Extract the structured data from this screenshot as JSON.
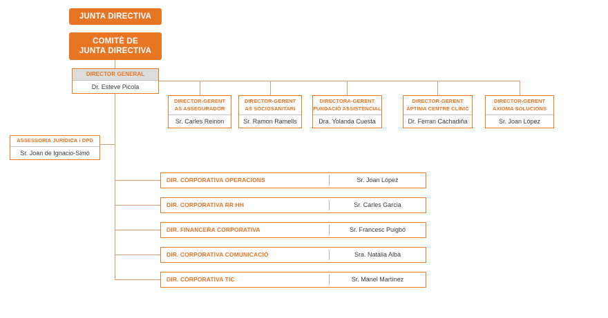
{
  "colors": {
    "orange": "#e87524",
    "line": "#d59b72",
    "graybg": "#dcdcdc",
    "divider": "#c4c4c4",
    "text": "#3a3a3a"
  },
  "junta": {
    "label": "JUNTA DIRECTIVA"
  },
  "comite": {
    "label": "COMITÈ DE\nJUNTA DIRECTIVA"
  },
  "director_general": {
    "title": "DIRECTOR GENERAL",
    "name": "Dr. Esteve Picola"
  },
  "assessoria": {
    "title": "ASSESSORIA JURÍDICA i DPD",
    "name": "Sr. Joan de Ignacio-Simó"
  },
  "gerents": [
    {
      "title": "DIRECTOR-GERENT\nAS ASSEGURADOR",
      "name": "Sr. Carles Reinon"
    },
    {
      "title": "DIRECTOR-GERENT\nAS SOCIOSANITARI",
      "name": "Sr. Ramon Ramells"
    },
    {
      "title": "DIRECTORA-GERENT\nFUNDACIÓ ASSISTENCIAL",
      "name": "Dra. Yolanda Cuesta"
    },
    {
      "title": "DIRECTOR-GERENT\nÀPTIMA CENTRE CLÍNIC",
      "name": "Dr. Ferran Cachadiña"
    },
    {
      "title": "DIRECTOR-GERENT\nAXIOMA SOLUCIONS",
      "name": "Sr. Joan López"
    }
  ],
  "corporatives": [
    {
      "title": "DIR. CORPORATIVA OPERACIONS",
      "name": "Sr. Joan López"
    },
    {
      "title": "DIR. CORPORATIVA RR HH",
      "name": "Sr. Carles Garcia"
    },
    {
      "title": "DIR. FINANCERA CORPORATIVA",
      "name": "Sr. Francesc Puigbò"
    },
    {
      "title": "DIR. CORPORATIVA COMUNICACIÓ",
      "name": "Sra. Natàlia Albà"
    },
    {
      "title": "DIR. CORPORATIVA TIC",
      "name": "Sr. Manel Martínez"
    }
  ]
}
